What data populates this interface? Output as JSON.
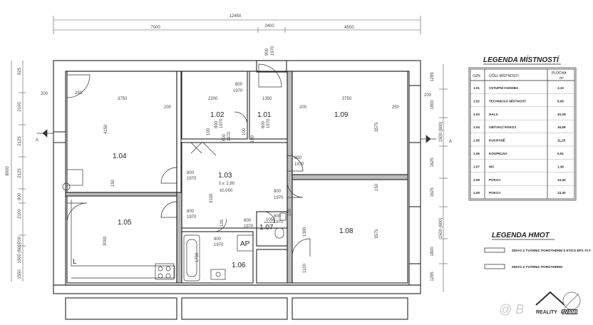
{
  "dimensions": {
    "top_total": "12450",
    "top_left": "7000",
    "top_mid": "2400",
    "top_right": "4550",
    "left_outer": "8000",
    "left_segments": [
      "925",
      "2100",
      "2125",
      "2125",
      "900",
      "2100",
      "700",
      "1500 (600)",
      "1550"
    ],
    "right_segments": [
      "1285",
      "1800",
      "1500 (600)",
      "1625",
      "1625",
      "1500 (600)",
      "1800",
      "1285"
    ],
    "inner": {
      "d_250a": "250",
      "d_3750a": "3750",
      "d_200a": "200",
      "d_2200": "2200",
      "d_1350": "1350",
      "d_200b": "200",
      "d_3750b": "3750",
      "d_250b": "250",
      "d_200c": "200",
      "d_4150": "4150",
      "d_3575a": "3575",
      "d_3575b": "3575",
      "d_3000": "3000",
      "d_3100": "3100",
      "d_1300": "1300",
      "d_1700": "1700",
      "d_1100": "1100",
      "d_1050": "1050",
      "d_150a": "150",
      "d_150b": "150",
      "d_100a": "100",
      "d_100b": "100",
      "d_100c": "100",
      "d_100d": "100",
      "d_100e": "100",
      "d_800_1970_a": "800",
      "d_1970_a": "1970",
      "d_800_1970_b": "800",
      "d_1970_b": "1970",
      "d_800_1970_c": "800",
      "d_1970_c": "1970",
      "d_800_1970_d": "800",
      "d_1970_d": "1970",
      "d_800_1970_e": "800",
      "d_1970_e": "1970",
      "d_800_1970_f": "800",
      "d_1970_f": "1970",
      "d_800_1970_g": "800",
      "d_1970_g": "1970",
      "d_800_1970_h": "800",
      "d_1970_h": "1970",
      "d_600_1970": "600",
      "d_1970_i": "1970",
      "d_900_1970": "900",
      "d_1970_j": "1970",
      "d_600_1970_v": "600",
      "d_1970_v": "1970",
      "d_800_1970_v2": "800",
      "d_1970_v2": "1970",
      "d_200_left": "200"
    }
  },
  "rooms": {
    "r101": "1.01",
    "r102": "1.02",
    "r103": "1.03",
    "r103_sub1": "š.v. 2,80",
    "r103_sub2": "±0,000",
    "r104": "1.04",
    "r105": "1.05",
    "r106": "1.06",
    "r107": "1.07",
    "r108": "1.08",
    "r109": "1.09",
    "ap": "AP",
    "l": "L"
  },
  "section_marks": {
    "a_left": "A",
    "a_right": "A"
  },
  "legend_rooms": {
    "title": "LEGENDA MÍSTNOSTÍ",
    "header": {
      "c1": "OZN.",
      "c2": "ÚČEL MÍSTNOSTI",
      "c3a": "PLOCHA",
      "c3b": "m²"
    },
    "rows": [
      {
        "id": "1.01",
        "name": "VSTUPNÍ CHODBA",
        "area": "3,10"
      },
      {
        "id": "1.02",
        "name": "TECHNICKÁ MÍSTNOST",
        "area": "5,06"
      },
      {
        "id": "1.03",
        "name": "HALA",
        "area": "10,39"
      },
      {
        "id": "1.04",
        "name": "OBÝVACÍ POKOJ",
        "area": "15,58"
      },
      {
        "id": "1.05",
        "name": "KUCHYNĚ",
        "area": "11,25"
      },
      {
        "id": "1.06",
        "name": "KOUPELNA",
        "area": "5,51"
      },
      {
        "id": "1.07",
        "name": "WC",
        "area": "1,36"
      },
      {
        "id": "1.08",
        "name": "POKOJ",
        "area": "13,40"
      },
      {
        "id": "1.09",
        "name": "POKOJ",
        "area": "13,40"
      }
    ]
  },
  "legend_materials": {
    "title": "LEGENDA HMOT",
    "items": [
      {
        "label": "ZDIVO Z TVÁRNIC POROTHERM S ETICS EPS 70 F"
      },
      {
        "label": "ZDIVO Z TVÁRNIC POROTHERM"
      }
    ]
  },
  "watermark": {
    "text": "@ B"
  },
  "brand": {
    "text1": "REALITY",
    "text2": "SVAMI"
  }
}
